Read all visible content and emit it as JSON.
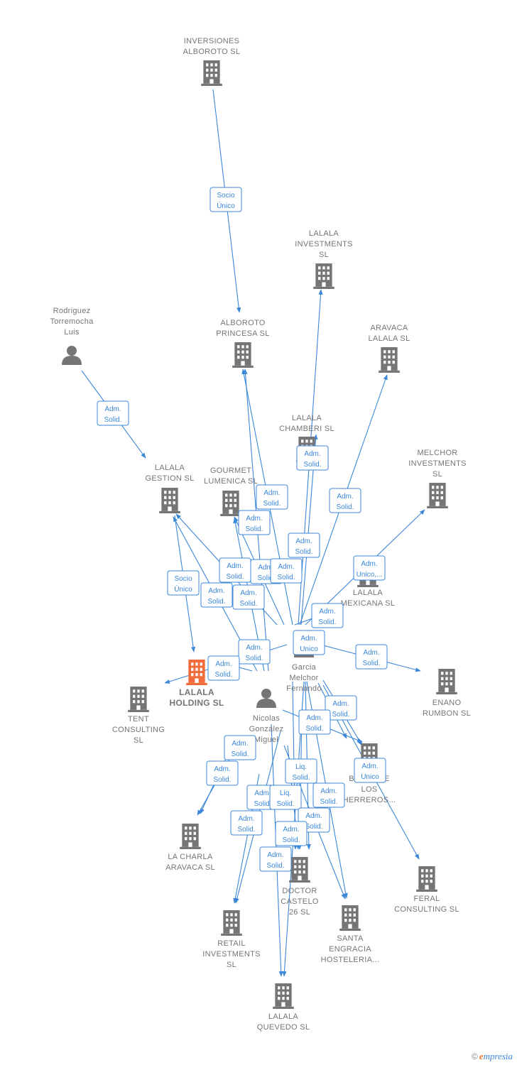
{
  "colors": {
    "accent": "#3b87d8",
    "node": "#757575",
    "highlight": "#f26b3a"
  },
  "nodes": [
    {
      "id": "inversiones",
      "kind": "company",
      "lines": [
        "INVERSIONES",
        "ALBOROTO  SL"
      ]
    },
    {
      "id": "lalala_inv",
      "kind": "company",
      "lines": [
        "LALALA",
        "INVESTMENTS",
        "SL"
      ]
    },
    {
      "id": "alboroto",
      "kind": "company",
      "lines": [
        "ALBOROTO",
        "PRINCESA  SL"
      ]
    },
    {
      "id": "aravaca_lalala",
      "kind": "company",
      "lines": [
        "ARAVACA",
        "LALALA  SL"
      ]
    },
    {
      "id": "rodriguez",
      "kind": "person",
      "lines": [
        "Rodriguez",
        "Torremocha",
        "Luis"
      ]
    },
    {
      "id": "chamberi",
      "kind": "company",
      "lines": [
        "LALALA",
        "CHAMBERI  SL"
      ]
    },
    {
      "id": "melchor",
      "kind": "company",
      "lines": [
        "MELCHOR",
        "INVESTMENTS",
        "SL"
      ]
    },
    {
      "id": "gestion",
      "kind": "company",
      "lines": [
        "LALALA",
        "GESTION  SL"
      ]
    },
    {
      "id": "gourmet",
      "kind": "company",
      "lines": [
        "GOURMET",
        "LUMENICA  SL"
      ]
    },
    {
      "id": "mexicana",
      "kind": "company",
      "lines": [
        "LALALA",
        "MEXICANA  SL"
      ]
    },
    {
      "id": "garcia",
      "kind": "person",
      "lines": [
        "Garcia",
        "Melchor",
        "Fernando"
      ]
    },
    {
      "id": "holding",
      "kind": "company",
      "main": true,
      "lines": [
        "LALALA",
        "HOLDING  SL"
      ]
    },
    {
      "id": "enano",
      "kind": "company",
      "lines": [
        "ENANO",
        "RUMBON  SL"
      ]
    },
    {
      "id": "tent",
      "kind": "company",
      "lines": [
        "TENT",
        "CONSULTING",
        "SL"
      ]
    },
    {
      "id": "nicolas",
      "kind": "person",
      "lines": [
        "Nicolas",
        "Gonzalez",
        "Miguel"
      ]
    },
    {
      "id": "herreros",
      "kind": "company",
      "lines": [
        "BRASA DE",
        "LOS",
        "HERREROS..."
      ]
    },
    {
      "id": "charla",
      "kind": "company",
      "lines": [
        "LA CHARLA",
        "ARAVACA  SL"
      ]
    },
    {
      "id": "feral",
      "kind": "company",
      "lines": [
        "FERAL",
        "CONSULTING SL"
      ]
    },
    {
      "id": "doctor",
      "kind": "company",
      "lines": [
        "DOCTOR",
        "CASTELO",
        "26  SL"
      ]
    },
    {
      "id": "santa",
      "kind": "company",
      "lines": [
        "SANTA",
        "ENGRACIA",
        "HOSTELERIA..."
      ]
    },
    {
      "id": "retail",
      "kind": "company",
      "lines": [
        "RETAIL",
        "INVESTMENTS",
        "SL"
      ]
    },
    {
      "id": "quevedo",
      "kind": "company",
      "lines": [
        "LALALA",
        "QUEVEDO  SL"
      ]
    }
  ],
  "relations": [
    {
      "lines": [
        "Socio",
        "Único"
      ]
    },
    {
      "lines": [
        "Adm.",
        "Solid."
      ]
    },
    {
      "lines": [
        "Adm.",
        "Solid."
      ]
    },
    {
      "lines": [
        "Adm.",
        "Solid."
      ]
    },
    {
      "lines": [
        "Adm.",
        "Solid."
      ]
    },
    {
      "lines": [
        "Adm.",
        "Solid."
      ]
    },
    {
      "lines": [
        "Adm.",
        "Solid."
      ]
    },
    {
      "lines": [
        "Adm.",
        "Unico,..."
      ]
    },
    {
      "lines": [
        "Socio",
        "Único"
      ]
    },
    {
      "lines": [
        "Adm.",
        "Solid."
      ]
    },
    {
      "lines": [
        "Adm.",
        "Solid."
      ]
    },
    {
      "lines": [
        "Adm.",
        "Solid."
      ]
    },
    {
      "lines": [
        "Adm.",
        "Solid."
      ]
    },
    {
      "lines": [
        "Adm.",
        "Solid."
      ]
    },
    {
      "lines": [
        "Adm.",
        "Solid."
      ]
    },
    {
      "lines": [
        "Adm.",
        "Solid."
      ]
    },
    {
      "lines": [
        "Adm.",
        "Unico"
      ]
    },
    {
      "lines": [
        "Adm.",
        "Solid."
      ]
    },
    {
      "lines": [
        "Adm.",
        "Solid."
      ]
    },
    {
      "lines": [
        "Adm.",
        "Solid."
      ]
    },
    {
      "lines": [
        "Adm.",
        "Solid."
      ]
    },
    {
      "lines": [
        "Adm.",
        "Solid."
      ]
    },
    {
      "lines": [
        "Adm.",
        "Solid."
      ]
    },
    {
      "lines": [
        "Adm.",
        "Solid."
      ]
    },
    {
      "lines": [
        "Adm.",
        "Unico"
      ]
    },
    {
      "lines": [
        "Liq.",
        "Solid."
      ]
    },
    {
      "lines": [
        "Adm.",
        "Solid."
      ]
    },
    {
      "lines": [
        "Liq.",
        "Solid."
      ]
    },
    {
      "lines": [
        "Adm.",
        "Solid."
      ]
    },
    {
      "lines": [
        "Adm.",
        "Solid."
      ]
    },
    {
      "lines": [
        "Adm.",
        "Solid."
      ]
    },
    {
      "lines": [
        "Adm.",
        "Solid."
      ]
    },
    {
      "lines": [
        "Adm.",
        "Solid."
      ]
    }
  ],
  "footer": {
    "copyright": "©",
    "brand_initial": "e",
    "brand_rest": "mpresia"
  }
}
